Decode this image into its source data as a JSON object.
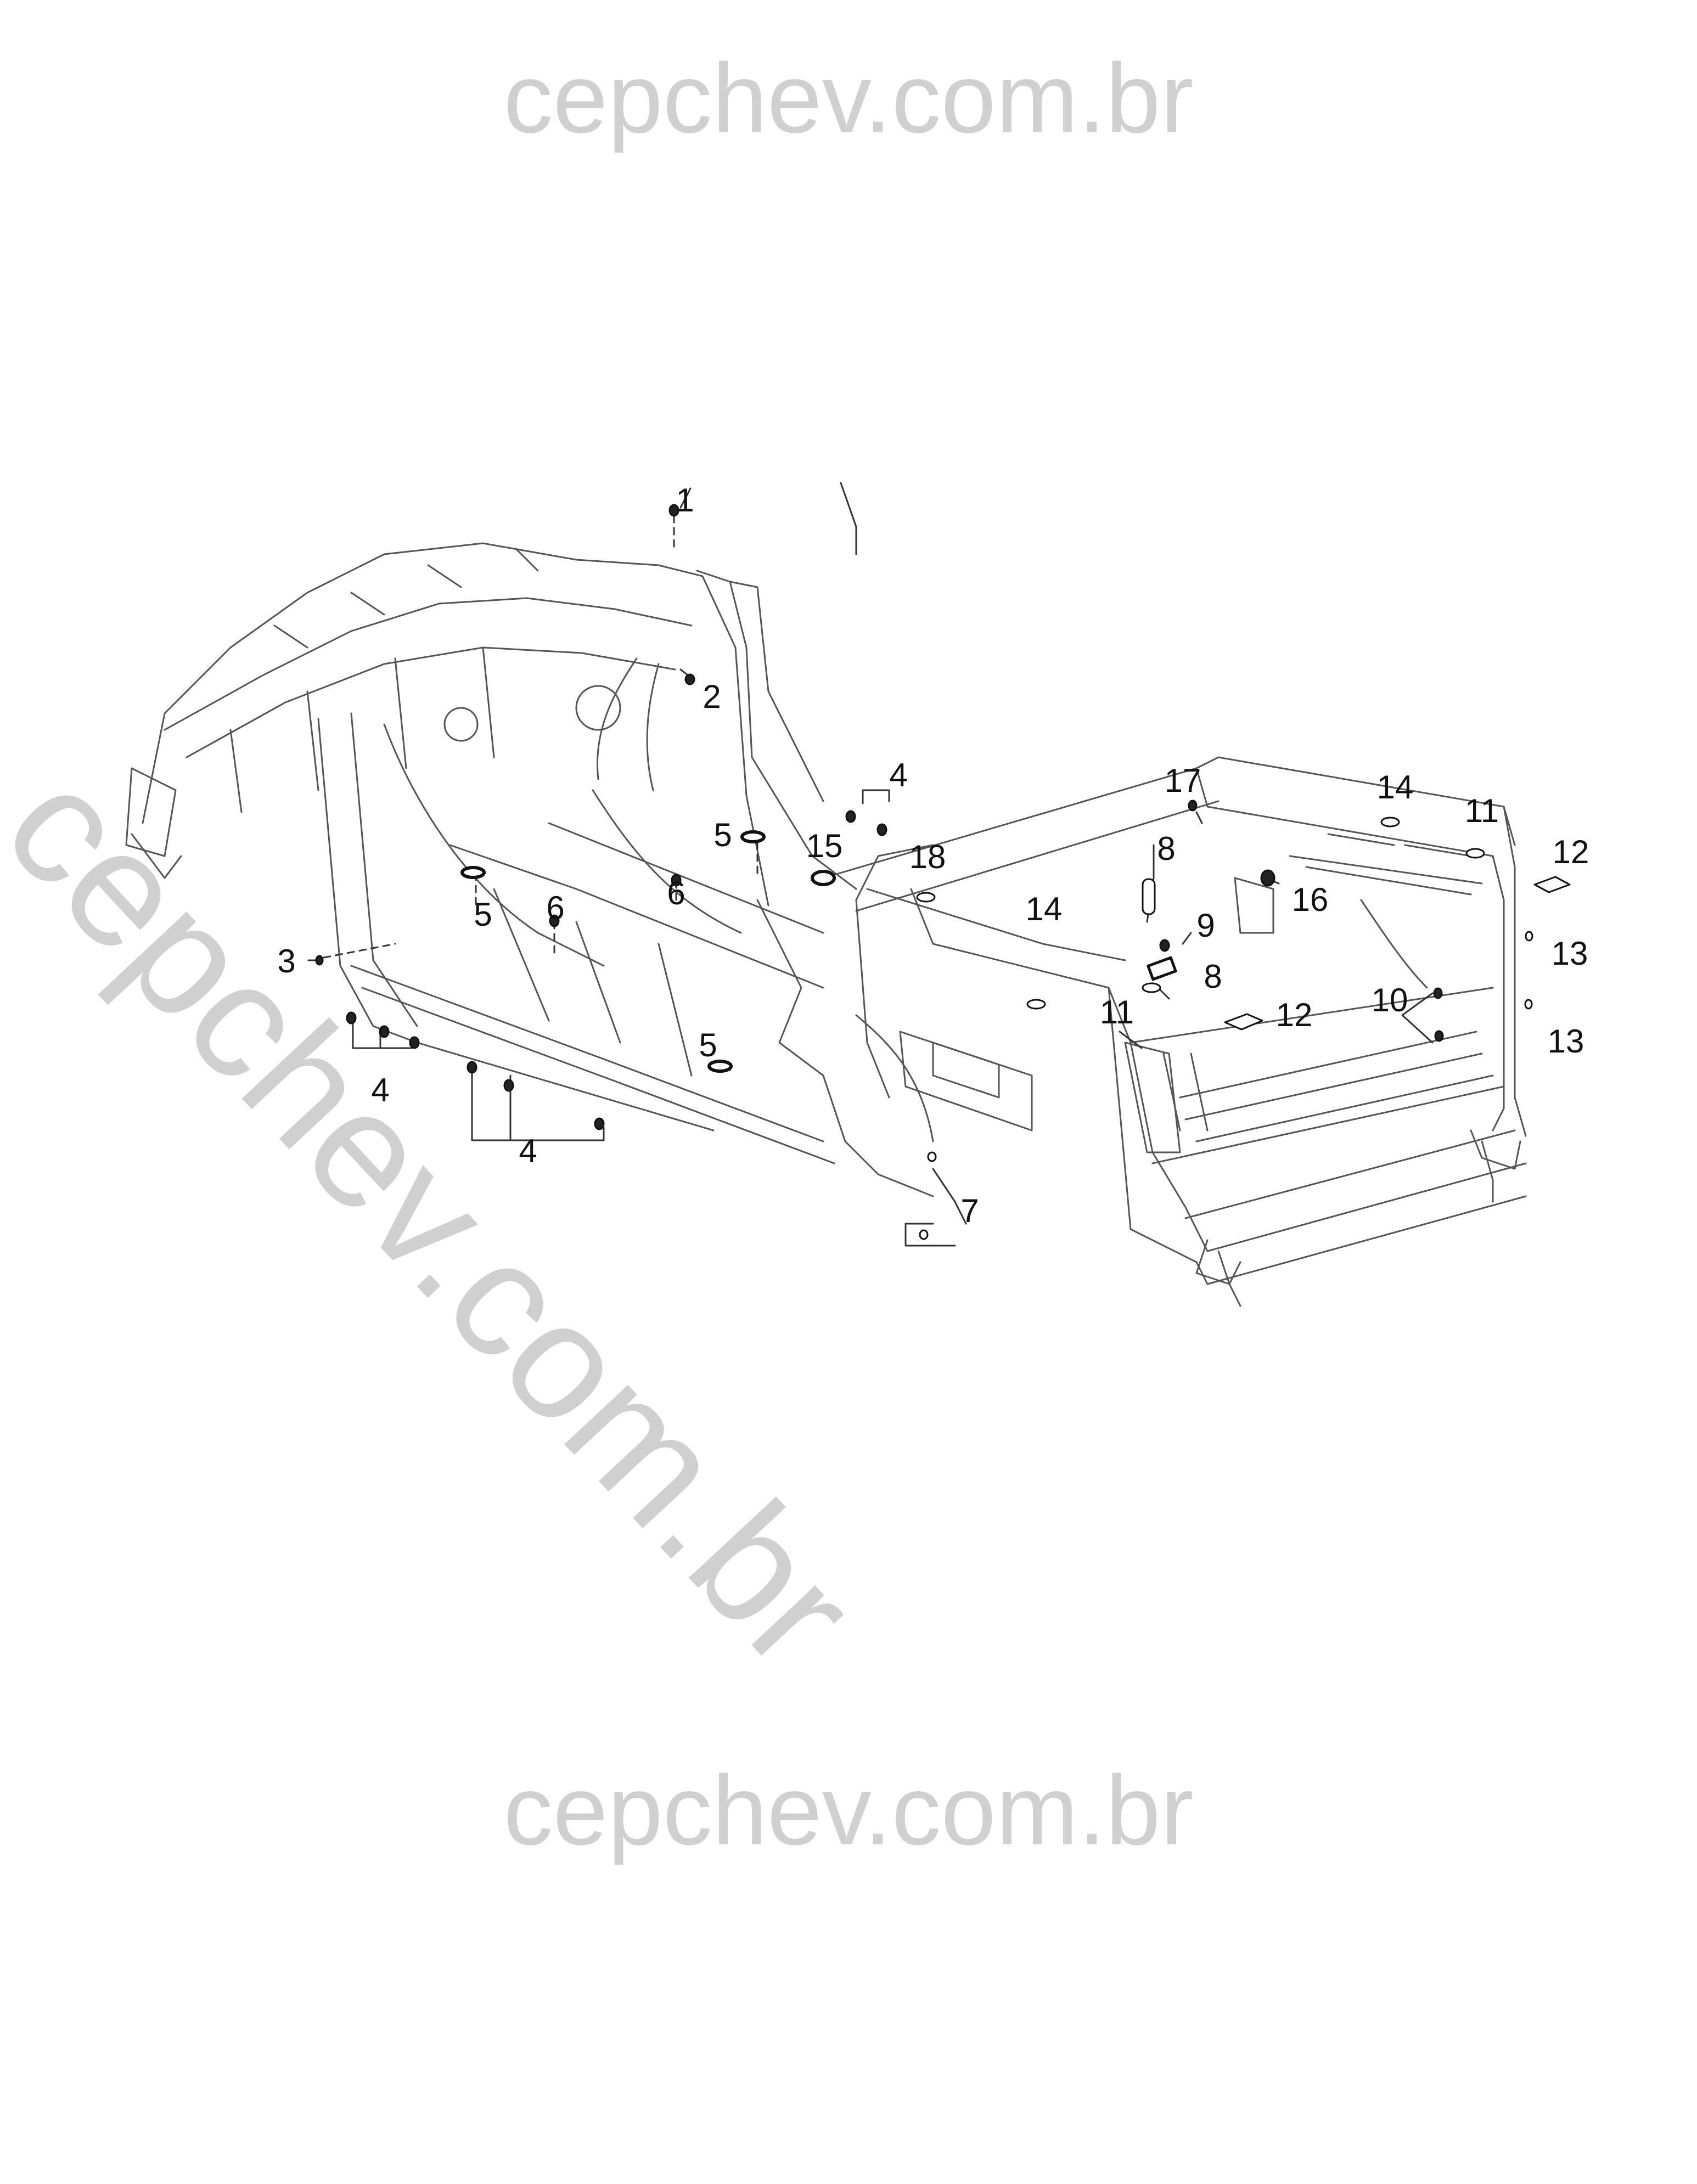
{
  "watermark": {
    "top": "cepchev.com.br",
    "bottom": "cepchev.com.br",
    "diagonal": "cepchev.com.br"
  },
  "callouts": [
    "1",
    "2",
    "3",
    "4",
    "4",
    "4",
    "5",
    "5",
    "5",
    "6",
    "6",
    "7",
    "8",
    "8",
    "9",
    "10",
    "11",
    "11",
    "12",
    "12",
    "13",
    "13",
    "14",
    "14",
    "15",
    "16",
    "17",
    "18"
  ],
  "colors": {
    "line": "#555555",
    "watermark": "#d0d0d0",
    "text": "#111111"
  }
}
